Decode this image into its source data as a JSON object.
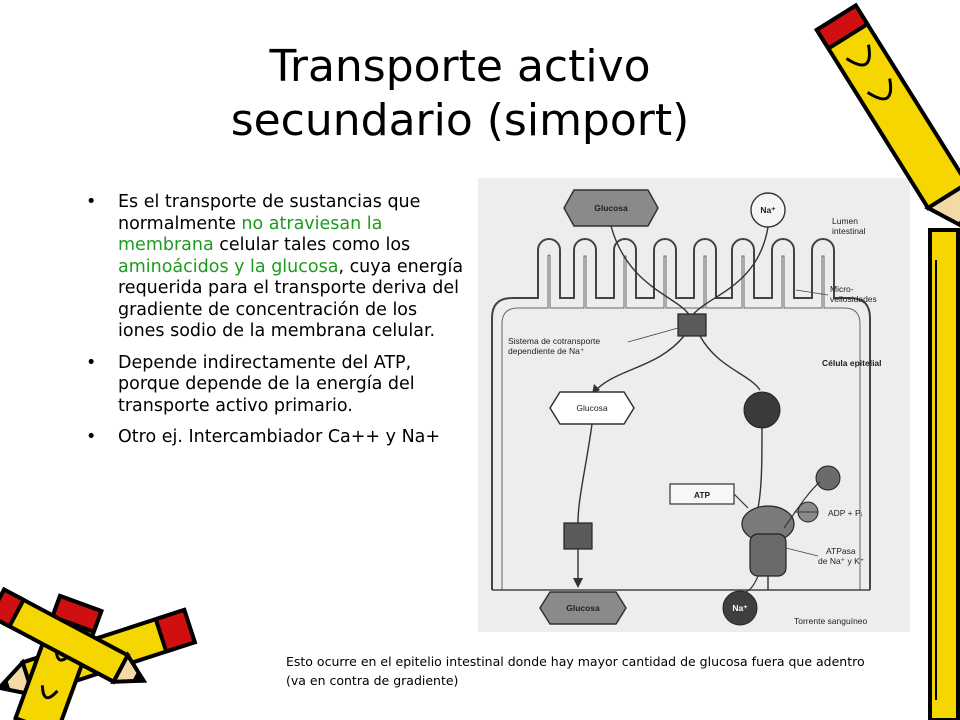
{
  "slide": {
    "title_line1": "Transporte activo",
    "title_line2": "secundario (simport)"
  },
  "bullets": {
    "b1": {
      "p1": "Es el transporte de sustancias que normalmente ",
      "h1": "no atraviesan la membrana",
      "p2": " celular tales como los ",
      "h2": "aminoácidos y la glucosa",
      "p3": ", cuya energía requerida para el transporte deriva del gradiente de concentración de los iones sodio de la membrana celular."
    },
    "b2": "Depende indirectamente del ATP, porque depende de la energía del transporte activo primario.",
    "b3": " Otro ej. Intercambiador Ca++ y Na+"
  },
  "caption": "Esto ocurre en el epitelio intestinal donde hay mayor cantidad de glucosa fuera que adentro (va en contra de gradiente)",
  "diagram": {
    "glucosa_top": "Glucosa",
    "na_top": "Na⁺",
    "lumen_1": "Lumen",
    "lumen_2": "intestinal",
    "micro_1": "Micro-",
    "micro_2": "vellosidades",
    "sistema_1": "Sistema de cotransporte",
    "sistema_2": "dependiente de Na⁺",
    "celula": "Célula epitelial",
    "glucosa_mid": "Glucosa",
    "atp": "ATP",
    "adp": "ADP + Pᵢ",
    "atpasa_1": "ATPasa",
    "atpasa_2": "de Na⁺ y K⁺",
    "glucosa_bottom": "Glucosa",
    "na_bottom": "Na⁺",
    "torrente": "Torrente sanguíneo"
  },
  "colors": {
    "highlight": "#1e9b1e",
    "pencil_body": "#f5d600",
    "pencil_outline": "#000000",
    "pencil_tip": "#d01010"
  }
}
